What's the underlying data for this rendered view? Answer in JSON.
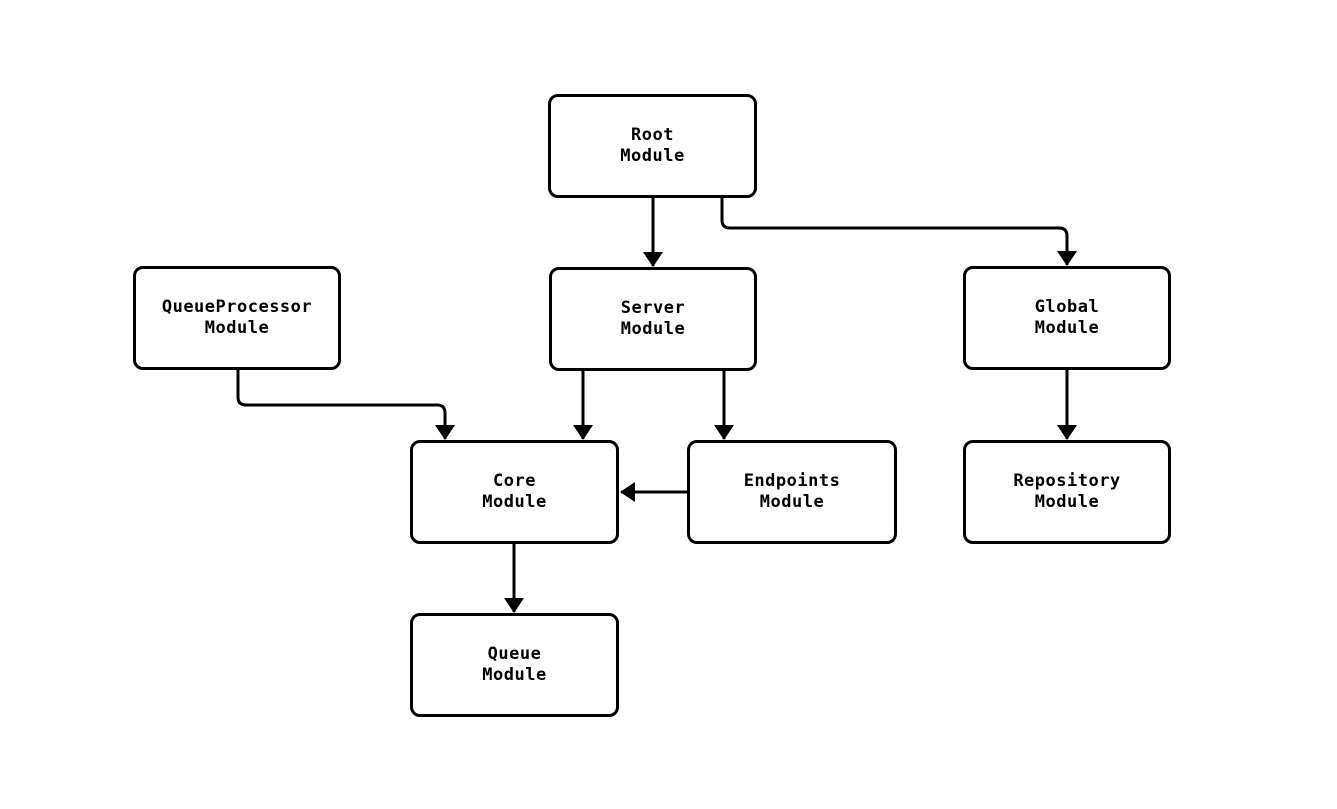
{
  "diagram": {
    "type": "flowchart",
    "background_color": "#ffffff",
    "node_fill_color": "#ffffff",
    "stroke_color": "#000000",
    "text_color": "#000000",
    "nodes": [
      {
        "id": "root",
        "label": "Root\nModule"
      },
      {
        "id": "queueprocessor",
        "label": "QueueProcessor\nModule"
      },
      {
        "id": "server",
        "label": "Server\nModule"
      },
      {
        "id": "global",
        "label": "Global\nModule"
      },
      {
        "id": "core",
        "label": "Core\nModule"
      },
      {
        "id": "endpoints",
        "label": "Endpoints\nModule"
      },
      {
        "id": "repository",
        "label": "Repository\nModule"
      },
      {
        "id": "queue",
        "label": "Queue\nModule"
      }
    ],
    "edges": [
      {
        "from": "root",
        "to": "server"
      },
      {
        "from": "root",
        "to": "global"
      },
      {
        "from": "queueprocessor",
        "to": "core"
      },
      {
        "from": "server",
        "to": "core"
      },
      {
        "from": "server",
        "to": "endpoints"
      },
      {
        "from": "endpoints",
        "to": "core"
      },
      {
        "from": "global",
        "to": "repository"
      },
      {
        "from": "core",
        "to": "queue"
      }
    ]
  }
}
